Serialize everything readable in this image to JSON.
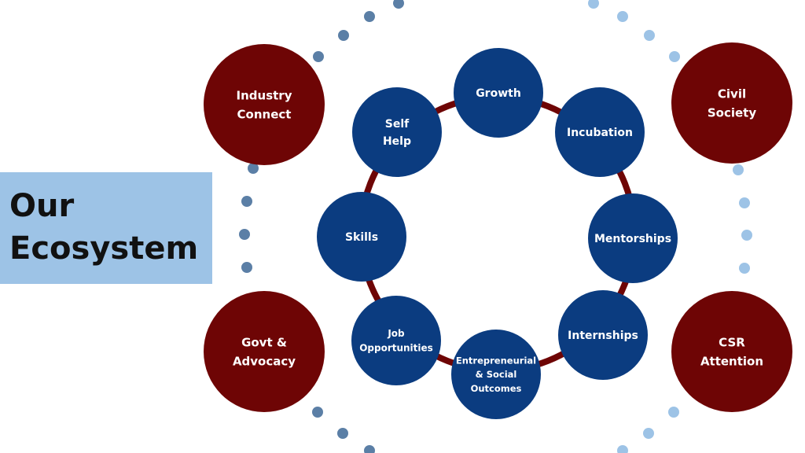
{
  "title": {
    "line1": "Our",
    "line2": "Ecosystem"
  },
  "colors": {
    "inner_node": "#0b3c80",
    "outer_node": "#6e0505",
    "ring": "#6e0505",
    "dot_left": "#5b7fa6",
    "dot_right": "#9dc3e6",
    "title_bg": "#9dc3e6"
  },
  "inner_nodes": [
    {
      "lines": [
        "Growth"
      ]
    },
    {
      "lines": [
        "Incubation"
      ]
    },
    {
      "lines": [
        "Mentorships"
      ]
    },
    {
      "lines": [
        "Internships"
      ]
    },
    {
      "lines": [
        "Entrepreneurial",
        "& Social",
        "Outcomes"
      ]
    },
    {
      "lines": [
        "Job",
        "Opportunities"
      ]
    },
    {
      "lines": [
        "Skills"
      ]
    },
    {
      "lines": [
        "Self",
        "Help"
      ]
    }
  ],
  "outer_nodes": [
    {
      "lines": [
        "Industry",
        "Connect"
      ]
    },
    {
      "lines": [
        "Civil",
        "Society"
      ]
    },
    {
      "lines": [
        "Govt &",
        "Advocacy"
      ]
    },
    {
      "lines": [
        "CSR",
        "Attention"
      ]
    }
  ]
}
